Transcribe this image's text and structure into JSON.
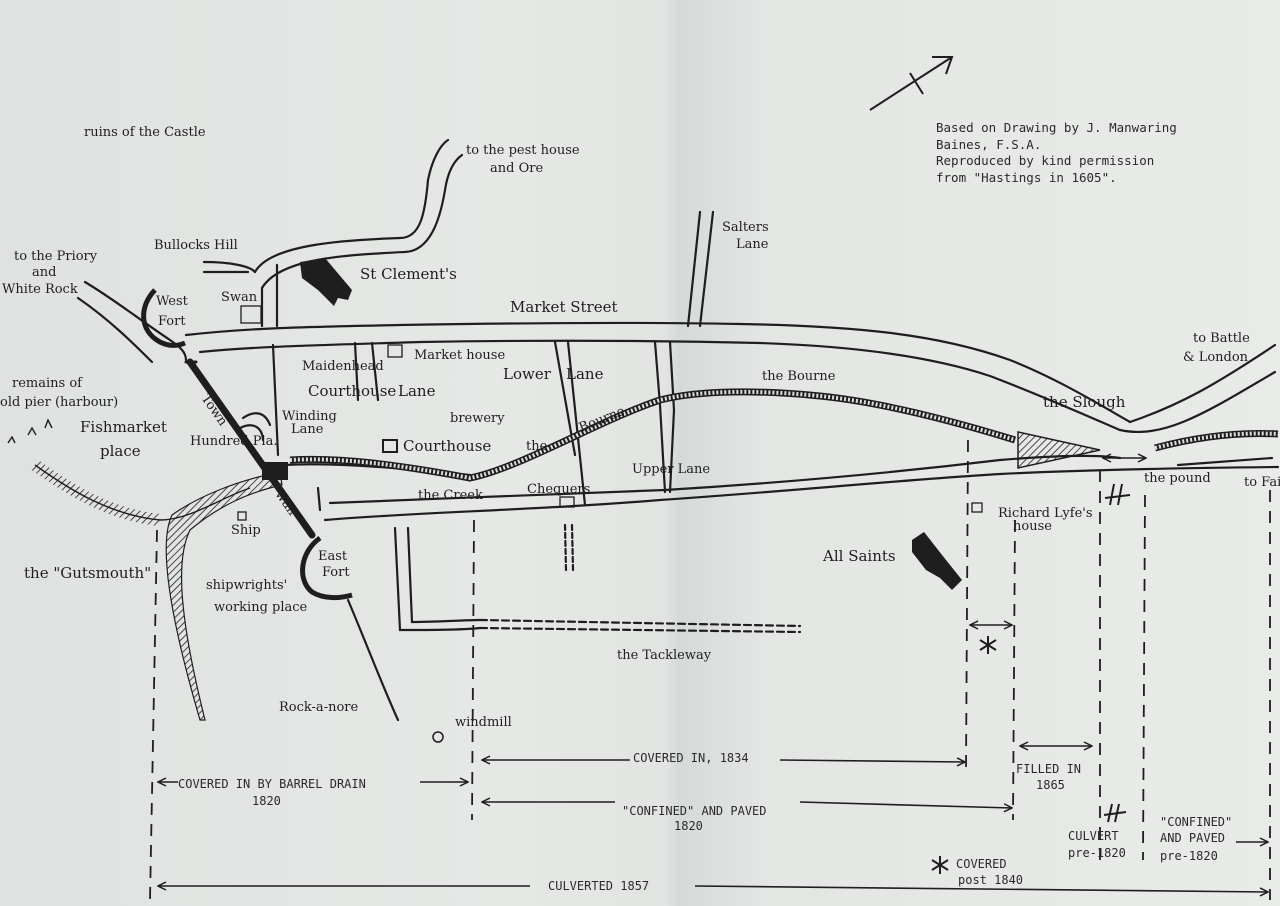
{
  "credit": {
    "lines": [
      "Based on Drawing by J. Manwaring",
      "Baines, F.S.A.",
      "Reproduced by kind permission",
      "from \"Hastings in 1605\"."
    ]
  },
  "labels": {
    "castle": "ruins of the Castle",
    "pest_house_1": "to the pest house",
    "pest_house_2": "and Ore",
    "salters_1": "Salters",
    "salters_2": "Lane",
    "bullocks_hill": "Bullocks Hill",
    "priory_1": "to the Priory",
    "priory_2": "and",
    "priory_3": "White Rock",
    "west_fort_1": "West",
    "west_fort_2": "Fort",
    "swan": "Swan",
    "st_clements": "St Clement's",
    "market_street": "Market Street",
    "battle_1": "to Battle",
    "battle_2": "& London",
    "remains_1": "remains of",
    "remains_2": "old pier (harbour)",
    "maidenhead": "Maidenhead",
    "market_house": "Market house",
    "courthouse_lane_1": "Courthouse",
    "courthouse_lane_2": "Lane",
    "lower_lane_1": "Lower",
    "lower_lane_2": "Lane",
    "the_bourne_upper": "the Bourne",
    "the_slough": "the Slough",
    "fishmarket_1": "Fishmarket",
    "fishmarket_2": "place",
    "town_wall_1": "Town",
    "town_wall_2": "wall",
    "winding_lane_1": "Winding",
    "winding_lane_2": "Lane",
    "hundred_pla": "Hundred Pla.",
    "brewery": "brewery",
    "courthouse": "Courthouse",
    "the_bourne_lower_1": "the",
    "the_bourne_lower_2": "Bourne",
    "upper_lane": "Upper Lane",
    "the_creek": "the Creek",
    "chequers": "Chequers",
    "the_pound": "the pound",
    "to_fairlight": "to Fairlight",
    "ship": "Ship",
    "richard_lyfe_1": "Richard Lyfe's",
    "richard_lyfe_2": "house",
    "gutsmouth": "the \"Gutsmouth\"",
    "east_fort_1": "East",
    "east_fort_2": "Fort",
    "all_saints": "All Saints",
    "shipwrights_1": "shipwrights'",
    "shipwrights_2": "working place",
    "tackleway": "the Tackleway",
    "rock_a_nore": "Rock-a-nore",
    "windmill": "windmill"
  },
  "annotations": {
    "covered_barrel_1": "COVERED IN BY BARREL DRAIN",
    "covered_barrel_2": "1820",
    "covered_1834": "COVERED IN, 1834",
    "confined_paved_1": "\"CONFINED\" AND PAVED",
    "confined_paved_2": "1820",
    "filled_in_1": "FILLED IN",
    "filled_in_2": "1865",
    "culvert_1": "CULVERT",
    "culvert_2": "pre-1820",
    "confined_pre_1": "\"CONFINED\"",
    "confined_pre_2": "AND PAVED",
    "confined_pre_3": "pre-1820",
    "covered_post_1": "COVERED",
    "covered_post_2": "post 1840",
    "culverted_1857": "CULVERTED  1857"
  }
}
